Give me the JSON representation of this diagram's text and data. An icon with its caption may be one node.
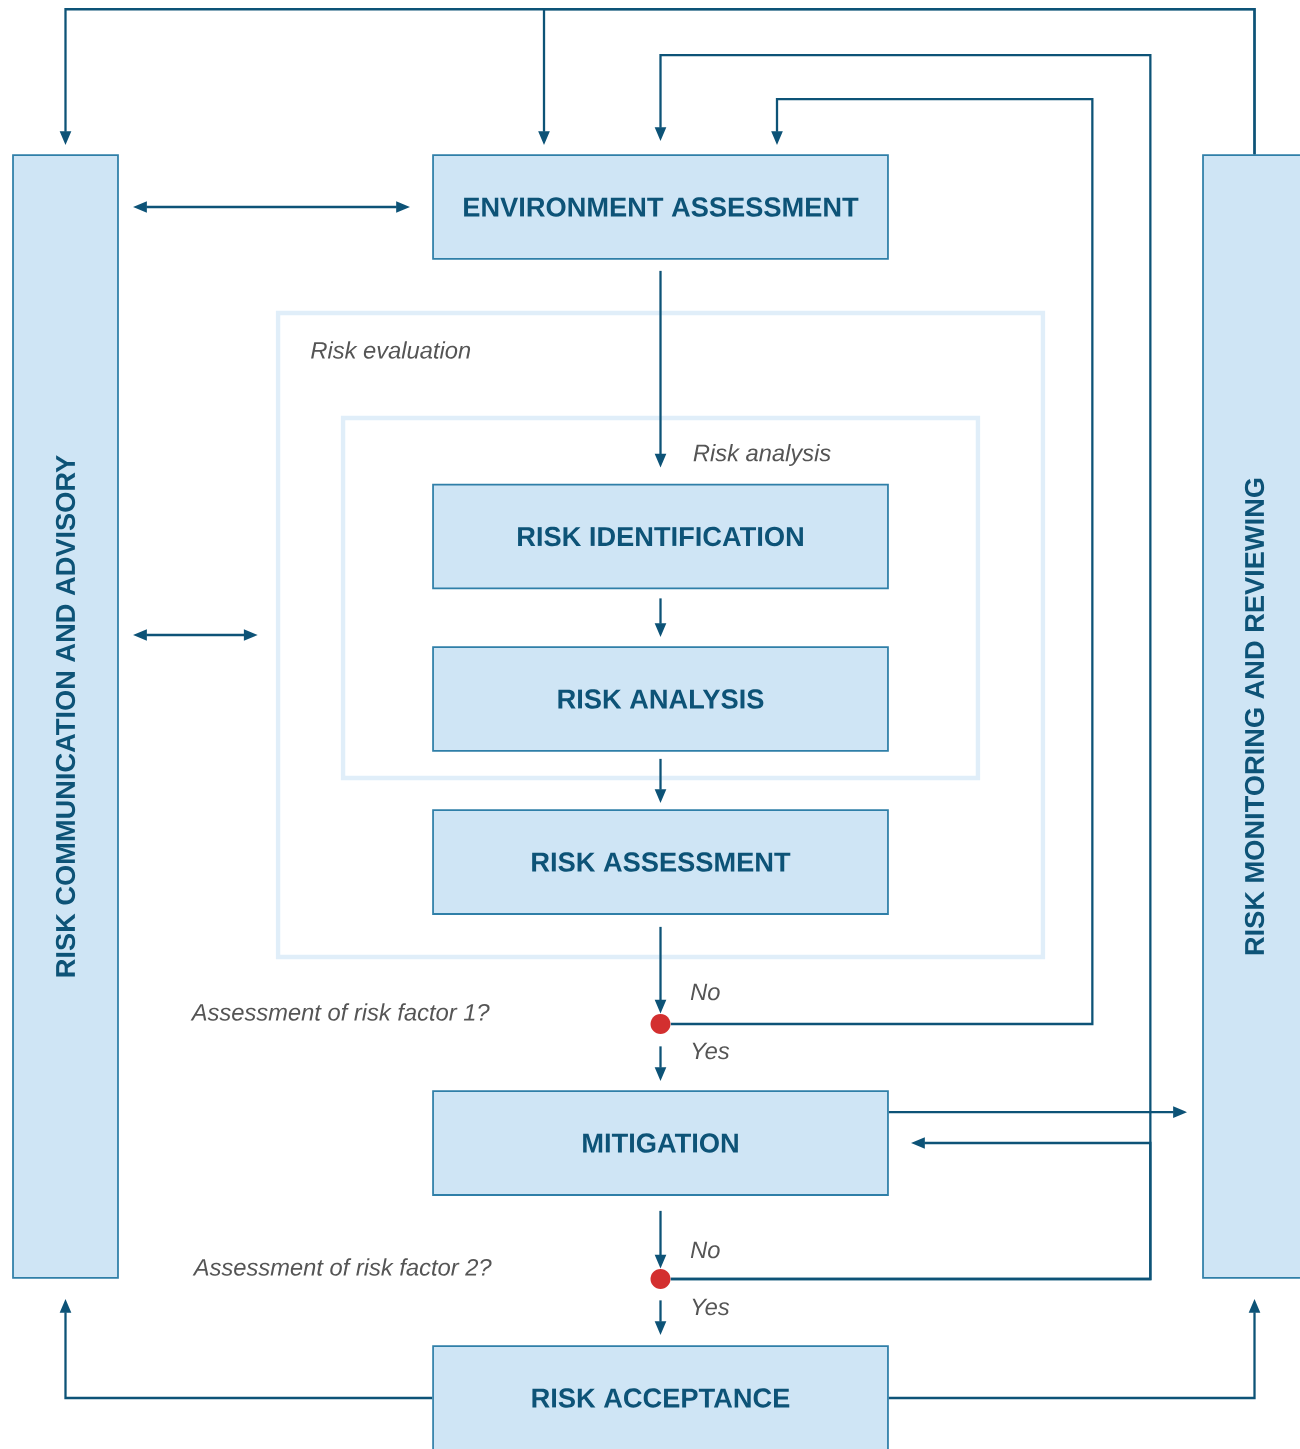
{
  "diagram": {
    "nodes": [
      {
        "text": [
          "RISK COMMUNICATION AND ADVISORY"
        ]
      },
      {
        "text": [
          "ENVIRONMENT ASSESSMENT"
        ]
      },
      {
        "text": [
          "Risk evaluation"
        ]
      },
      {
        "text": [
          "Risk analysis"
        ],
        "in": 2
      },
      {
        "text": [
          "RISK IDENTIFICATION"
        ],
        "in": 3
      },
      {
        "text": [
          "RISK ANALYSIS"
        ],
        "in": 3
      },
      {
        "text": [
          "RISK ASSESSMENT"
        ],
        "in": 2
      },
      {
        "text": [],
        "shape": "circle"
      },
      {
        "text": [
          "MITIGATION"
        ]
      },
      {
        "text": [],
        "shape": "circle"
      },
      {
        "text": [
          "RISK ACCEPTANCE"
        ]
      },
      {
        "text": [
          "RISK MONITORING AND REVIEWING"
        ]
      }
    ],
    "edges": [
      {
        "from": 11,
        "to": 0,
        "arrow": "to"
      },
      {
        "from": 11,
        "to": 1,
        "arrow": "to"
      },
      {
        "from": 0,
        "to": 1,
        "arrow": "both"
      },
      {
        "from": 0,
        "to": 2,
        "arrow": "both"
      },
      {
        "from": 1,
        "to": 4,
        "arrow": "to"
      },
      {
        "from": 4,
        "to": 5,
        "arrow": "to"
      },
      {
        "from": 5,
        "to": 6,
        "arrow": "to"
      },
      {
        "from": 6,
        "to": 7,
        "arrow": "to"
      },
      {
        "from": 7,
        "to": 1,
        "arrow": "to",
        "label": "No"
      },
      {
        "from": 7,
        "to": 8,
        "arrow": "to",
        "label": "Yes"
      },
      {
        "from": 8,
        "to": 11,
        "arrow": "to"
      },
      {
        "from": 9,
        "to": 1,
        "arrow": "to",
        "label": "No"
      },
      {
        "from": 9,
        "to": 8,
        "arrow": "to"
      },
      {
        "from": 8,
        "to": 9,
        "arrow": "to"
      },
      {
        "from": 9,
        "to": 10,
        "arrow": "to",
        "label": "Yes"
      },
      {
        "from": 10,
        "to": 0,
        "arrow": "to"
      },
      {
        "from": 10,
        "to": 11,
        "arrow": "to"
      }
    ],
    "labels": [
      "Assessment of risk factor 1?",
      "Assessment of risk factor 2?"
    ]
  }
}
